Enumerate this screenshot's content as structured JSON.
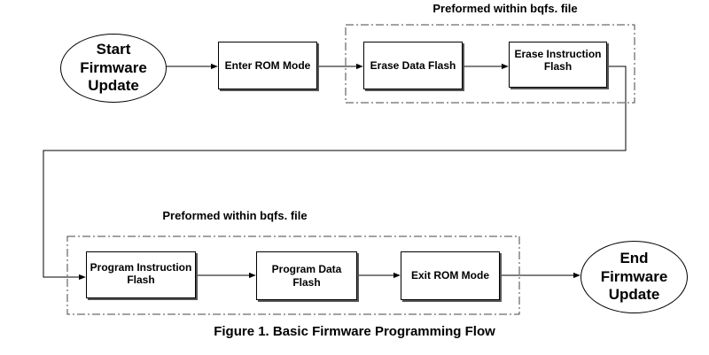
{
  "nodes": {
    "start": {
      "line1": "Start",
      "line2": "Firmware",
      "line3": "Update"
    },
    "end": {
      "line1": "End",
      "line2": "Firmware",
      "line3": "Update"
    },
    "enter_rom": "Enter ROM Mode",
    "erase_data": "Erase Data Flash",
    "erase_instr": {
      "line1": "Erase Instruction",
      "line2": "Flash"
    },
    "program_instr": {
      "line1": "Program Instruction",
      "line2": "Flash"
    },
    "program_data": {
      "line1": "Program Data",
      "line2": "Flash"
    },
    "exit_rom": "Exit ROM Mode"
  },
  "groups": {
    "top_label": "Preformed within bqfs. file",
    "bottom_label": "Preformed within bqfs. file"
  },
  "caption": "Figure 1. Basic Firmware Programming Flow"
}
